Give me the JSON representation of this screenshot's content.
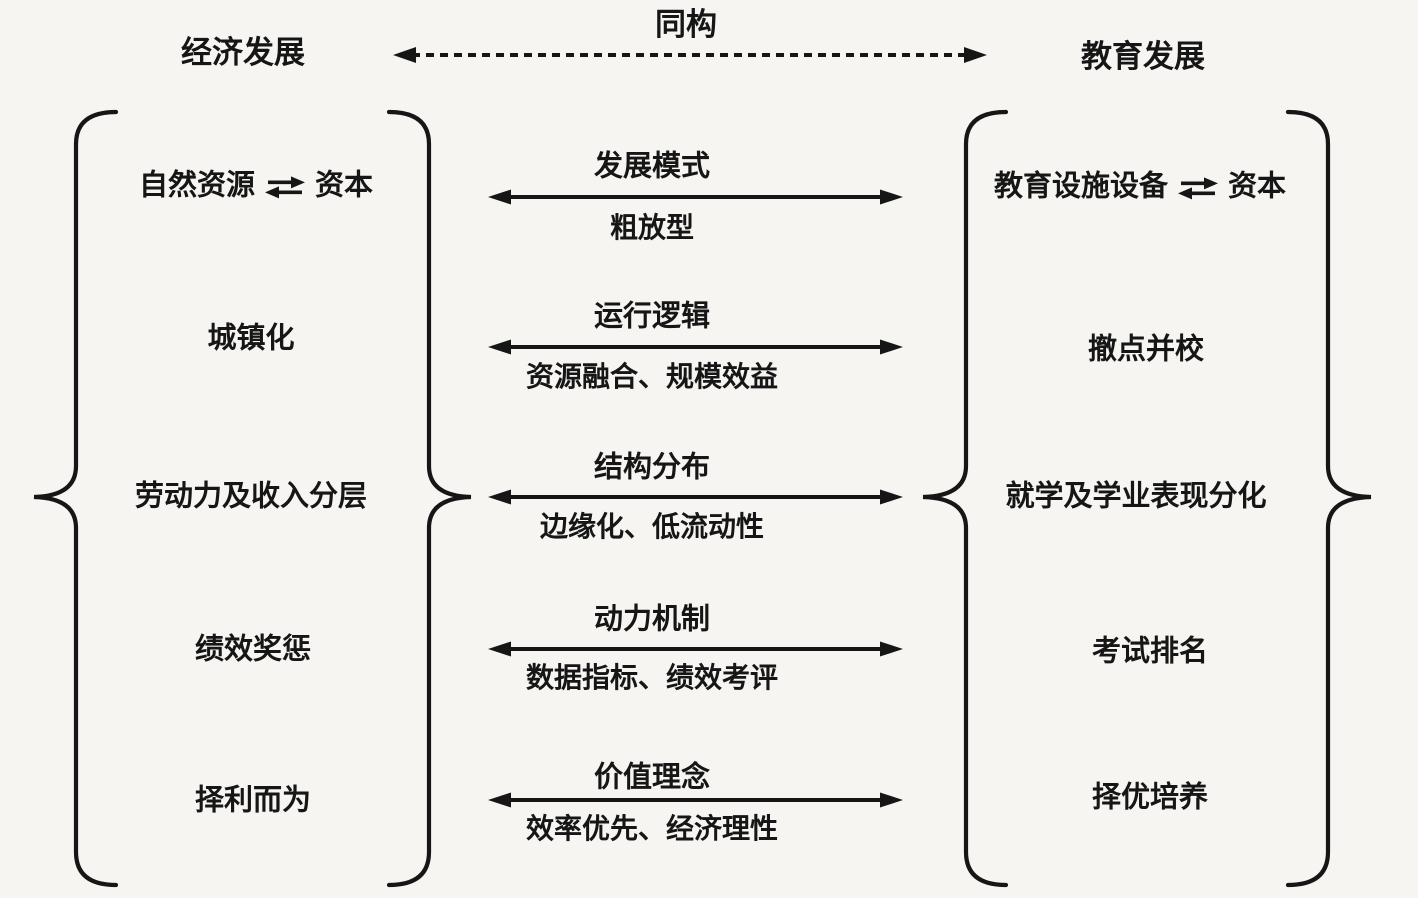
{
  "header": {
    "left_label": "经济发展",
    "center_label": "同构",
    "right_label": "教育发展"
  },
  "left_column": {
    "items": [
      {
        "type": "exchange",
        "left": "自然资源",
        "right": "资本"
      },
      {
        "label": "城镇化"
      },
      {
        "label": "劳动力及收入分层"
      },
      {
        "label": "绩效奖惩"
      },
      {
        "label": "择利而为"
      }
    ]
  },
  "right_column": {
    "items": [
      {
        "type": "exchange",
        "left": "教育设施设备",
        "right": "资本"
      },
      {
        "label": "撤点并校"
      },
      {
        "label": "就学及学业表现分化"
      },
      {
        "label": "考试排名"
      },
      {
        "label": "择优培养"
      }
    ]
  },
  "center_rows": [
    {
      "title": "发展模式",
      "subtitle": "粗放型"
    },
    {
      "title": "运行逻辑",
      "subtitle": "资源融合、规模效益"
    },
    {
      "title": "结构分布",
      "subtitle": "边缘化、低流动性"
    },
    {
      "title": "动力机制",
      "subtitle": "数据指标、绩效考评"
    },
    {
      "title": "价值理念",
      "subtitle": "效率优先、经济理性"
    }
  ],
  "icons": {
    "exchange": "exchange-arrows-icon",
    "solid_connector": "double-headed-arrow",
    "top_connector": "dashed-double-headed-arrow",
    "brace": "curly-brace"
  },
  "colors": {
    "ink": "#161616",
    "background": "#f6f5f2"
  }
}
